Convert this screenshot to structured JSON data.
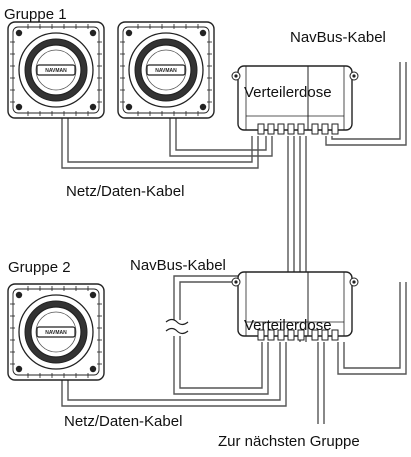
{
  "labels": {
    "group1": "Gruppe 1",
    "group2": "Gruppe 2",
    "navbus_top": "NavBus-Kabel",
    "navbus_mid": "NavBus-Kabel",
    "net_top": "Netz/Daten-Kabel",
    "net_bottom": "Netz/Daten-Kabel",
    "junction_top": "Verteilerdose",
    "junction_bottom": "Verteilerdose",
    "next_group": "Zur nächsten Gruppe"
  },
  "instrument_brand": "NAVMAN",
  "colors": {
    "line": "#222222",
    "cable": "#555555",
    "background": "#ffffff"
  }
}
